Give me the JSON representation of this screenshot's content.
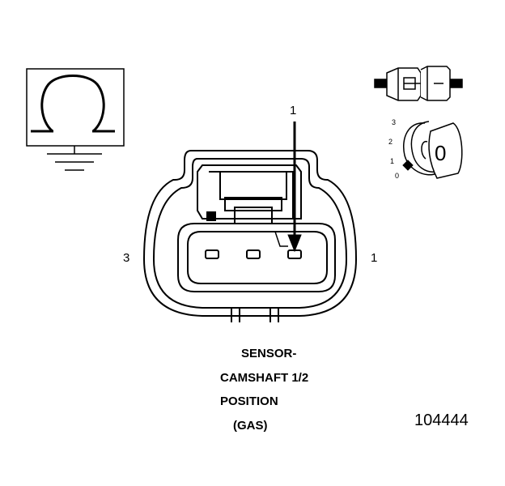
{
  "callout": {
    "pin_marker": "1"
  },
  "pins": {
    "left": "3",
    "right": "1"
  },
  "lock_detail": {
    "positions": [
      "3",
      "2",
      "1",
      "0"
    ],
    "state": "0"
  },
  "caption": {
    "line1": "SENSOR-",
    "line2": "CAMSHAFT 1/2",
    "line3": "POSITION",
    "line4": "(GAS)"
  },
  "figure_number": "104444",
  "icons": {
    "sensor_symbol": "omega-sensor-icon",
    "ground_symbol": "ground-icon",
    "connector_side_view": "connector-side-view-icon",
    "lock_position": "lock-position-icon"
  }
}
